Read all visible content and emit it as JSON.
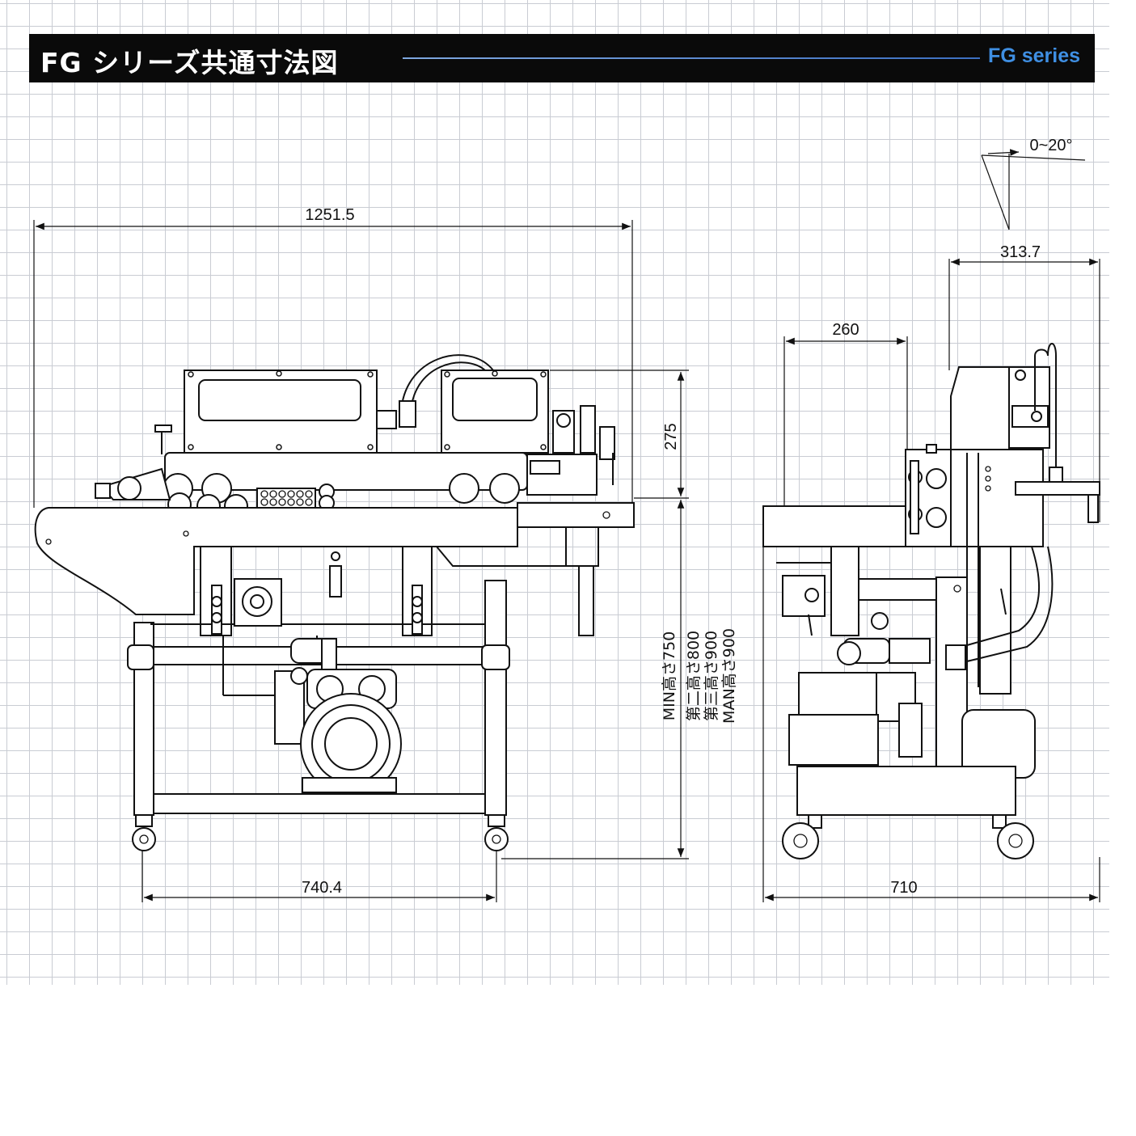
{
  "header": {
    "title": "FG シリーズ共通寸法図",
    "series_label": "FG series"
  },
  "dimensions": {
    "overall_length": "1251.5",
    "upper_height": "275",
    "base_length": "740.4",
    "angle": "0~20°",
    "side_top_width": "313.7",
    "side_depth": "260",
    "side_width": "710"
  },
  "heights": {
    "min": "MIN高さ750",
    "second": "第二高さ800",
    "third": "第三高さ900",
    "max": "MAN高さ900"
  },
  "colors": {
    "header_bg": "#0a0a0a",
    "series_label": "#3f8fe3",
    "grid": "#c9ccd3"
  }
}
